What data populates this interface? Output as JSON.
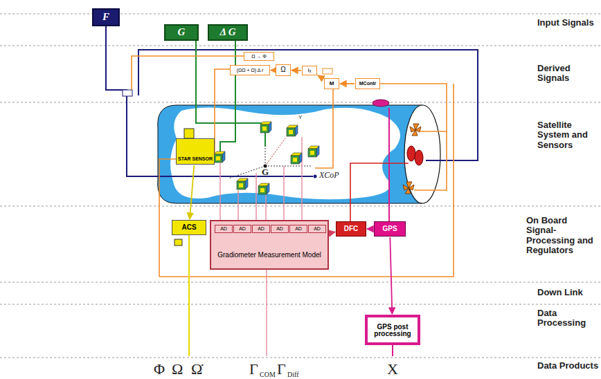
{
  "diagram": {
    "nodes": [
      {
        "text": [
          "F"
        ]
      },
      {
        "text": [
          "G"
        ]
      },
      {
        "text": [
          "Δ G"
        ]
      },
      {
        "text": [
          "Ω → Φ"
        ]
      },
      {
        "text": [
          "(ΩΩ + Ω̇) Δ r"
        ]
      },
      {
        "text": [
          "Ω"
        ]
      },
      {
        "text": [
          "Iₓ"
        ]
      },
      {
        "text": [
          "M"
        ]
      },
      {
        "text": [
          "MContr"
        ]
      },
      {
        "text": [
          "STAR SENSOR"
        ]
      },
      {
        "text": [
          "ACS"
        ]
      },
      {
        "text": [
          "Gradiometer Measurement Model"
        ]
      },
      {
        "text": [
          "AD"
        ],
        "in": 11
      },
      {
        "text": [
          "AD"
        ],
        "in": 11
      },
      {
        "text": [
          "AD"
        ],
        "in": 11
      },
      {
        "text": [
          "AD"
        ],
        "in": 11
      },
      {
        "text": [
          "AD"
        ],
        "in": 11
      },
      {
        "text": [
          "AD"
        ],
        "in": 11
      },
      {
        "text": [
          "DFC"
        ]
      },
      {
        "text": [
          "GPS"
        ]
      },
      {
        "text": [
          "GPS post processing"
        ]
      }
    ],
    "edges": [
      {
        "from": 5,
        "to": 4,
        "arrow": "to"
      },
      {
        "from": 6,
        "to": 5,
        "arrow": "to"
      },
      {
        "from": 7,
        "to": 6,
        "arrow": "to"
      },
      {
        "from": 8,
        "to": 7,
        "arrow": "to"
      },
      {
        "from": 9,
        "to": 10,
        "arrow": "to"
      },
      {
        "from": 11,
        "to": 18,
        "arrow": "to"
      },
      {
        "from": 19,
        "to": 18,
        "arrow": "to"
      },
      {
        "from": 19,
        "to": 20,
        "arrow": "to"
      }
    ],
    "labels": [
      "Input Signals",
      "Derived Signals",
      "Satellite System and Sensors",
      "On Board Signal-Processing and Regulators",
      "Down Link",
      "Data Processing",
      "Data Products",
      "XCoP",
      "G",
      "Y",
      "Φ",
      "Ω",
      "Ω̇",
      "Γ",
      "COM",
      "Γ",
      "Diff",
      "X"
    ]
  }
}
